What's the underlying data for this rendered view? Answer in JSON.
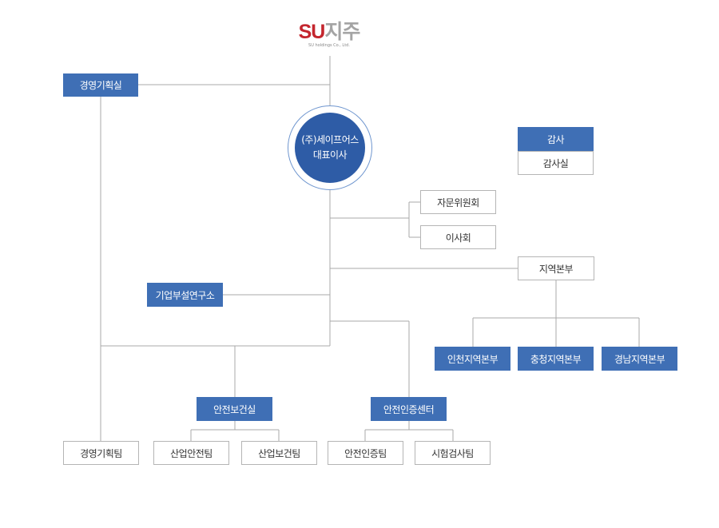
{
  "logo": {
    "brand_latin": "SU",
    "brand_korean": "지주",
    "company_name": "SU holdings Co., Ltd."
  },
  "ceo": {
    "company": "(주)세이프어스",
    "title": "대표이사"
  },
  "units": {
    "management_planning_office": "경영기획실",
    "audit": "감사",
    "audit_office": "감사실",
    "advisory_committee": "자문위원회",
    "board_of_directors": "이사회",
    "regional_headquarters": "지역본부",
    "corporate_research_institute": "기업부설연구소",
    "incheon_regional_hq": "인천지역본부",
    "chungcheong_regional_hq": "충청지역본부",
    "gyeongnam_regional_hq": "경남지역본부",
    "safety_health_office": "안전보건실",
    "safety_certification_center": "안전인증센터",
    "management_planning_team": "경영기획팀",
    "industrial_safety_team": "산업안전팀",
    "industrial_health_team": "산업보건팀",
    "safety_certification_team": "안전인증팀",
    "test_inspection_team": "시험검사팀"
  },
  "colors": {
    "primary_blue": "#3f6fb5",
    "ceo_blue": "#2e5ca6",
    "logo_red": "#c4262e",
    "line_gray": "#a9a9a9"
  }
}
